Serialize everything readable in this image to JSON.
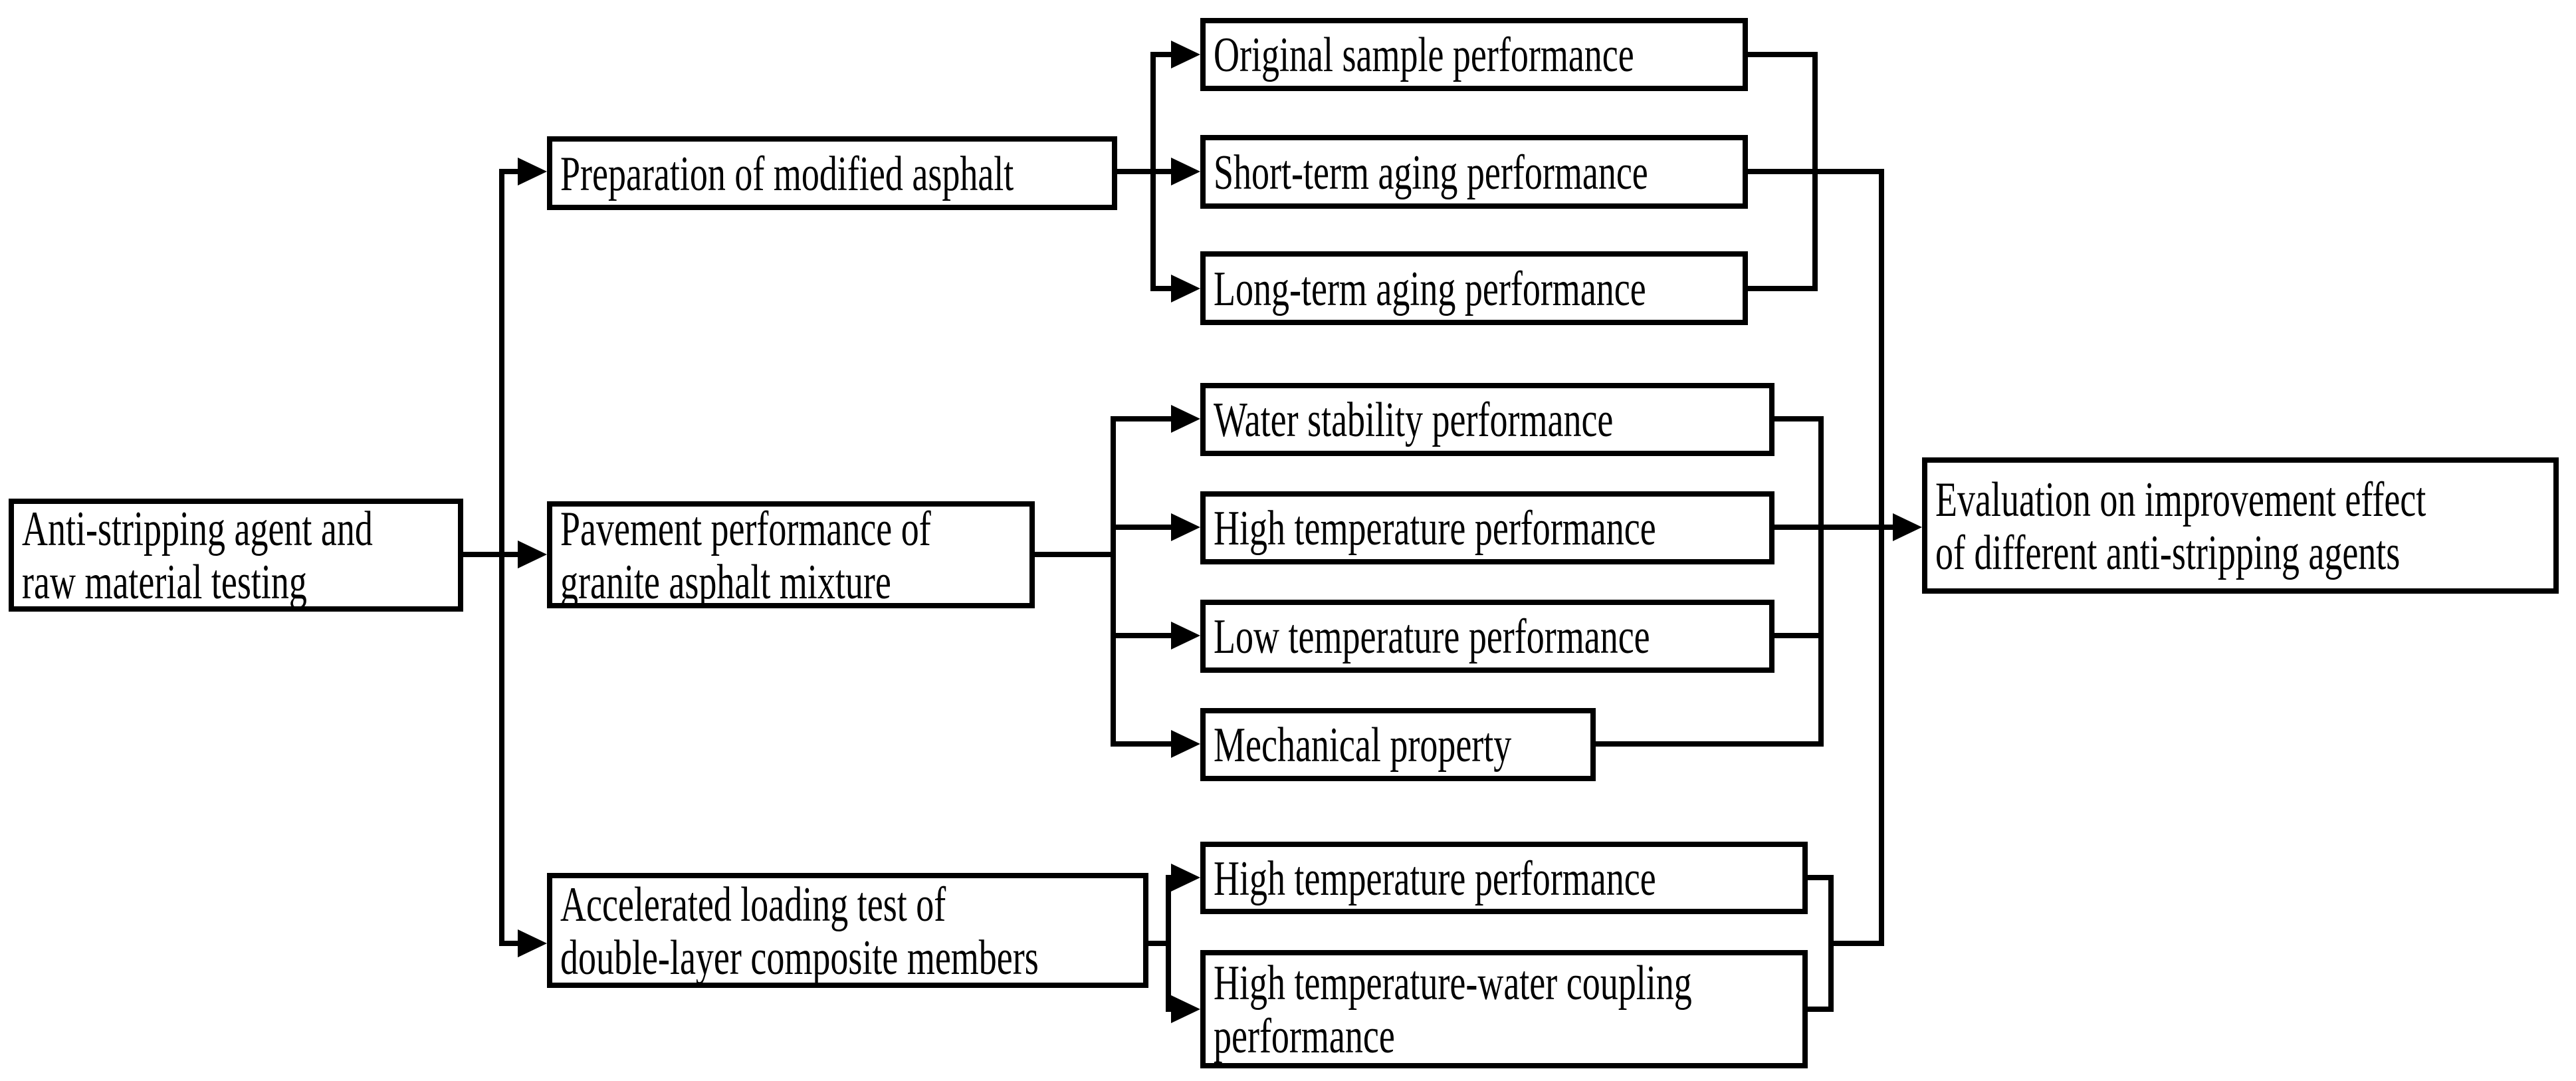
{
  "figure": {
    "background": "#ffffff",
    "stroke_color": "#000000",
    "connector_style": {
      "stroke_width": 8,
      "arrowhead": "filled-triangle"
    },
    "nodes": [
      {
        "id": "source",
        "lines": [
          "Anti-stripping agent and",
          "raw material testing"
        ]
      },
      {
        "id": "preparation",
        "lines": [
          "Preparation of modified asphalt"
        ]
      },
      {
        "id": "pavement",
        "lines": [
          "Pavement performance of",
          "granite asphalt mixture"
        ]
      },
      {
        "id": "accelerated",
        "lines": [
          "Accelerated loading test of",
          "double-layer composite members"
        ]
      },
      {
        "id": "original-sample",
        "lines": [
          "Original sample performance"
        ]
      },
      {
        "id": "short-term-aging",
        "lines": [
          "Short-term aging performance"
        ]
      },
      {
        "id": "long-term-aging",
        "lines": [
          "Long-term aging performance"
        ]
      },
      {
        "id": "water-stability",
        "lines": [
          "Water stability performance"
        ]
      },
      {
        "id": "high-temperature",
        "lines": [
          "High temperature performance"
        ]
      },
      {
        "id": "low-temperature",
        "lines": [
          "Low temperature performance"
        ]
      },
      {
        "id": "mechanical-property",
        "lines": [
          "Mechanical property"
        ]
      },
      {
        "id": "accel-high-temperature",
        "lines": [
          "High temperature performance"
        ]
      },
      {
        "id": "high-temp-water-coupling",
        "lines": [
          "High temperature-water coupling",
          "performance"
        ]
      },
      {
        "id": "evaluation",
        "lines": [
          "Evaluation on improvement effect",
          "of different anti-stripping agents"
        ]
      }
    ],
    "edges": [
      {
        "from": "source",
        "to": "preparation"
      },
      {
        "from": "source",
        "to": "pavement"
      },
      {
        "from": "source",
        "to": "accelerated"
      },
      {
        "from": "preparation",
        "to": "original-sample"
      },
      {
        "from": "preparation",
        "to": "short-term-aging"
      },
      {
        "from": "preparation",
        "to": "long-term-aging"
      },
      {
        "from": "pavement",
        "to": "water-stability"
      },
      {
        "from": "pavement",
        "to": "high-temperature"
      },
      {
        "from": "pavement",
        "to": "low-temperature"
      },
      {
        "from": "pavement",
        "to": "mechanical-property"
      },
      {
        "from": "accelerated",
        "to": "accel-high-temperature"
      },
      {
        "from": "accelerated",
        "to": "high-temp-water-coupling"
      },
      {
        "from": "original-sample",
        "to": "evaluation"
      },
      {
        "from": "short-term-aging",
        "to": "evaluation"
      },
      {
        "from": "long-term-aging",
        "to": "evaluation"
      },
      {
        "from": "water-stability",
        "to": "evaluation"
      },
      {
        "from": "high-temperature",
        "to": "evaluation"
      },
      {
        "from": "low-temperature",
        "to": "evaluation"
      },
      {
        "from": "mechanical-property",
        "to": "evaluation"
      },
      {
        "from": "accel-high-temperature",
        "to": "evaluation"
      },
      {
        "from": "high-temp-water-coupling",
        "to": "evaluation"
      }
    ]
  }
}
